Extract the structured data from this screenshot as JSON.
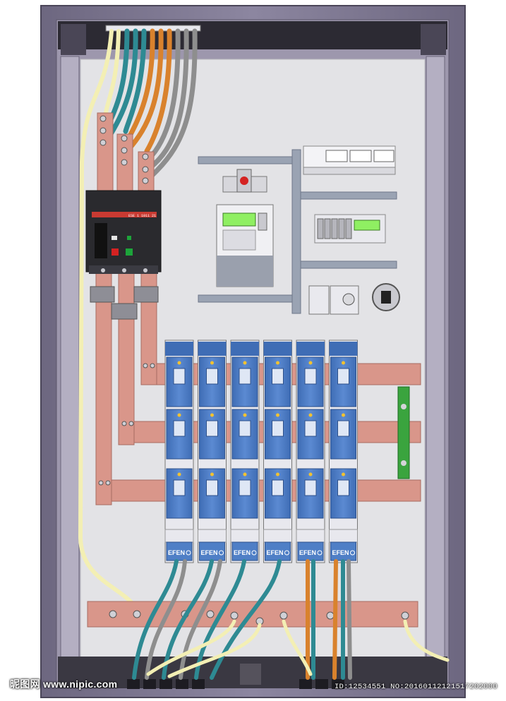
{
  "watermark": {
    "site_text": "昵图网 www.nipic.com",
    "id_text": "ID:12534551 NO:20160112121517202000"
  },
  "fuse_units": {
    "brand_label": "EFEN",
    "count": 6
  },
  "breaker": {
    "display_text": "ESE 1 1011 21"
  },
  "colors": {
    "cabinet_frame": "#807a92",
    "back_panel": "#e3e3e6",
    "copper_busbar": "#d9968a",
    "fuse_blue": "#4f7fc6",
    "wire_yellow": "#f3efb4",
    "wire_teal": "#2e8a93",
    "wire_orange": "#d9822d",
    "wire_gray": "#8e8e8e",
    "meter_display": "#8fef62",
    "ground_bar": "#3aa43e"
  }
}
